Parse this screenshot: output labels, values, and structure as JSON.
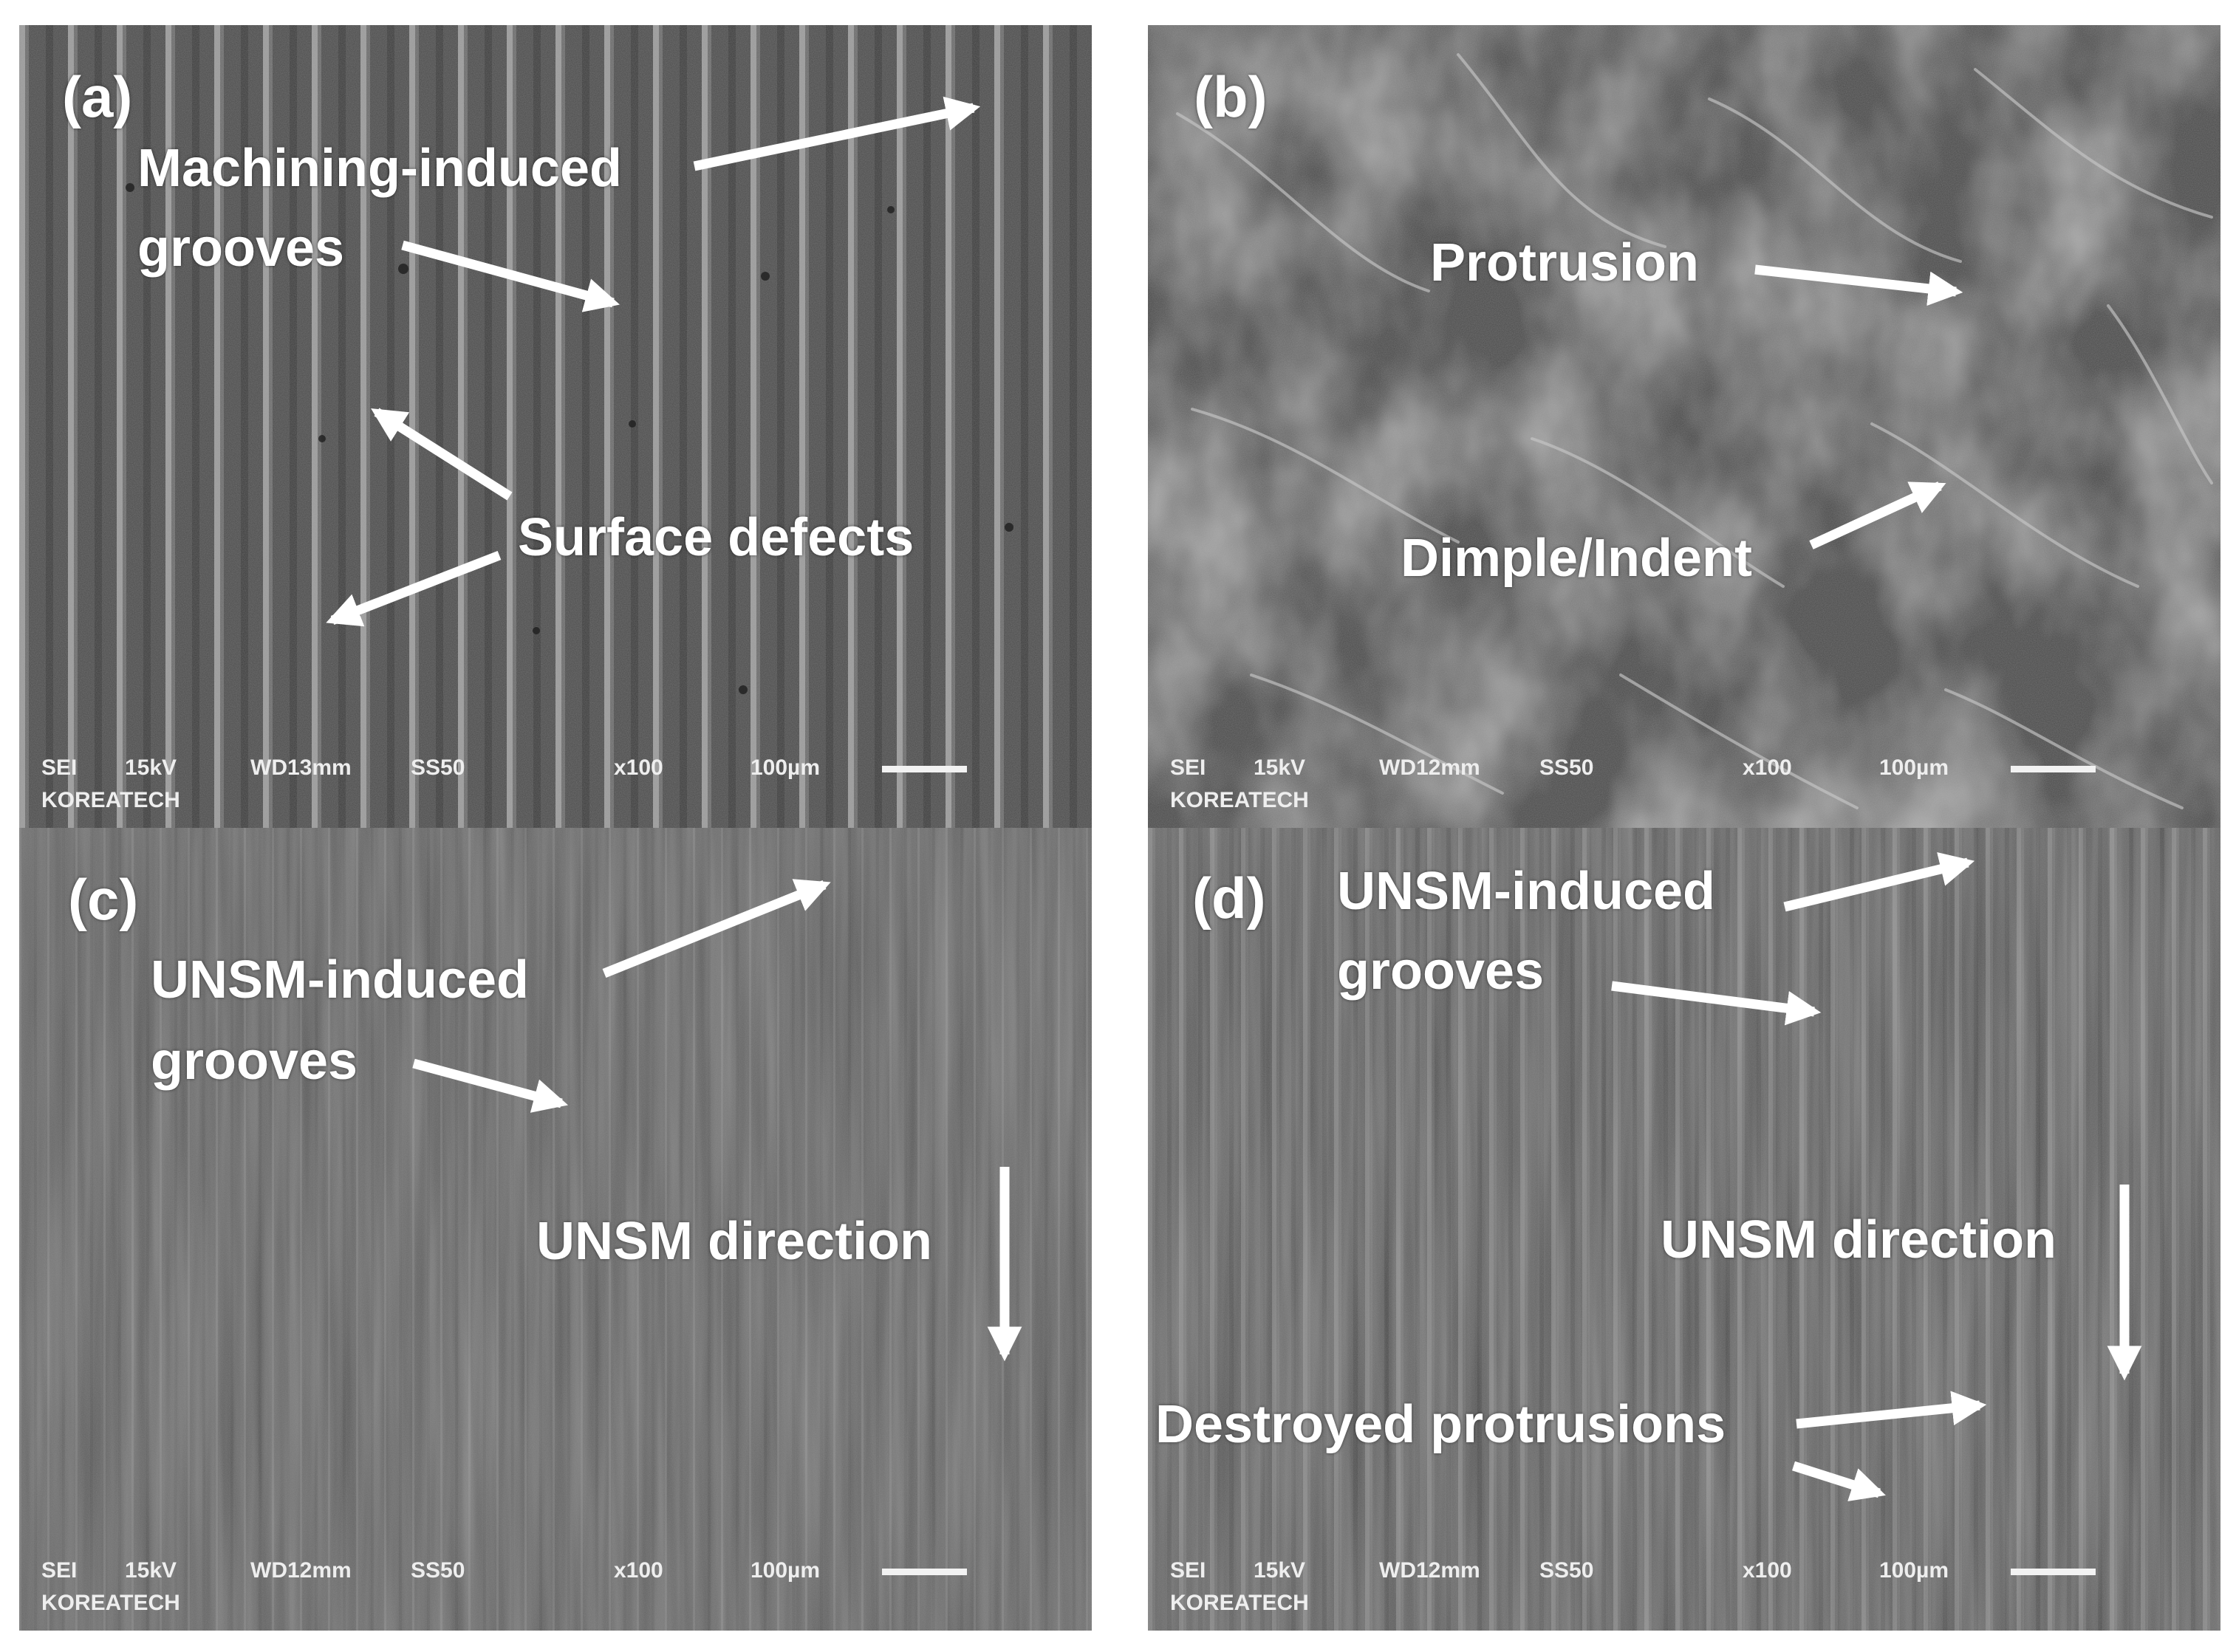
{
  "panels": [
    {
      "label": "(a)",
      "annotations": [
        "Machining-induced",
        "grooves",
        "Surface defects"
      ],
      "meta": {
        "mode": "SEI",
        "kv": "15kV",
        "wd": "WD13mm",
        "ss": "SS50",
        "mag": "x100",
        "scale": "100µm",
        "org": "KOREATECH"
      }
    },
    {
      "label": "(b)",
      "annotations": [
        "Protrusion",
        "Dimple/Indent"
      ],
      "meta": {
        "mode": "SEI",
        "kv": "15kV",
        "wd": "WD12mm",
        "ss": "SS50",
        "mag": "x100",
        "scale": "100µm",
        "org": "KOREATECH"
      }
    },
    {
      "label": "(c)",
      "annotations": [
        "UNSM-induced",
        "grooves",
        "UNSM direction"
      ],
      "meta": {
        "mode": "SEI",
        "kv": "15kV",
        "wd": "WD12mm",
        "ss": "SS50",
        "mag": "x100",
        "scale": "100µm",
        "org": "KOREATECH"
      }
    },
    {
      "label": "(d)",
      "annotations": [
        "UNSM-induced",
        "grooves",
        "UNSM direction",
        "Destroyed protrusions"
      ],
      "meta": {
        "mode": "SEI",
        "kv": "15kV",
        "wd": "WD12mm",
        "ss": "SS50",
        "mag": "x100",
        "scale": "100µm",
        "org": "KOREATECH"
      }
    }
  ],
  "colors": {
    "annotation": "#ffffff",
    "page": "#ffffff"
  }
}
